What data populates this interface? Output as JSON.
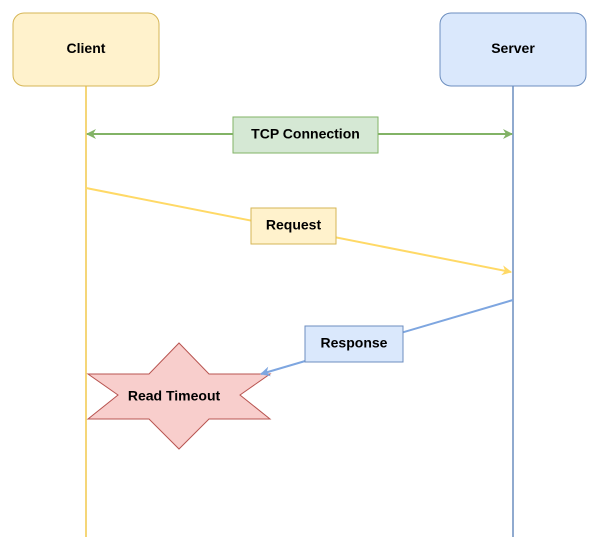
{
  "participants": {
    "client": {
      "label": "Client",
      "fill": "#fff2cc",
      "stroke": "#d6b656",
      "lifeline": "#f2c94c"
    },
    "server": {
      "label": "Server",
      "fill": "#dae8fc",
      "stroke": "#6c8ebf",
      "lifeline": "#6c8ebf"
    }
  },
  "messages": {
    "tcp": {
      "label": "TCP Connection",
      "fill": "#d5e8d4",
      "stroke": "#82b366",
      "line": "#82b366"
    },
    "request": {
      "label": "Request",
      "fill": "#fff2cc",
      "stroke": "#d6b656",
      "line": "#ffd966"
    },
    "response": {
      "label": "Response",
      "fill": "#dae8fc",
      "stroke": "#6c8ebf",
      "line": "#7ea6e0"
    }
  },
  "event": {
    "label": "Read Timeout",
    "fill": "#f8cecc",
    "stroke": "#b85450"
  }
}
